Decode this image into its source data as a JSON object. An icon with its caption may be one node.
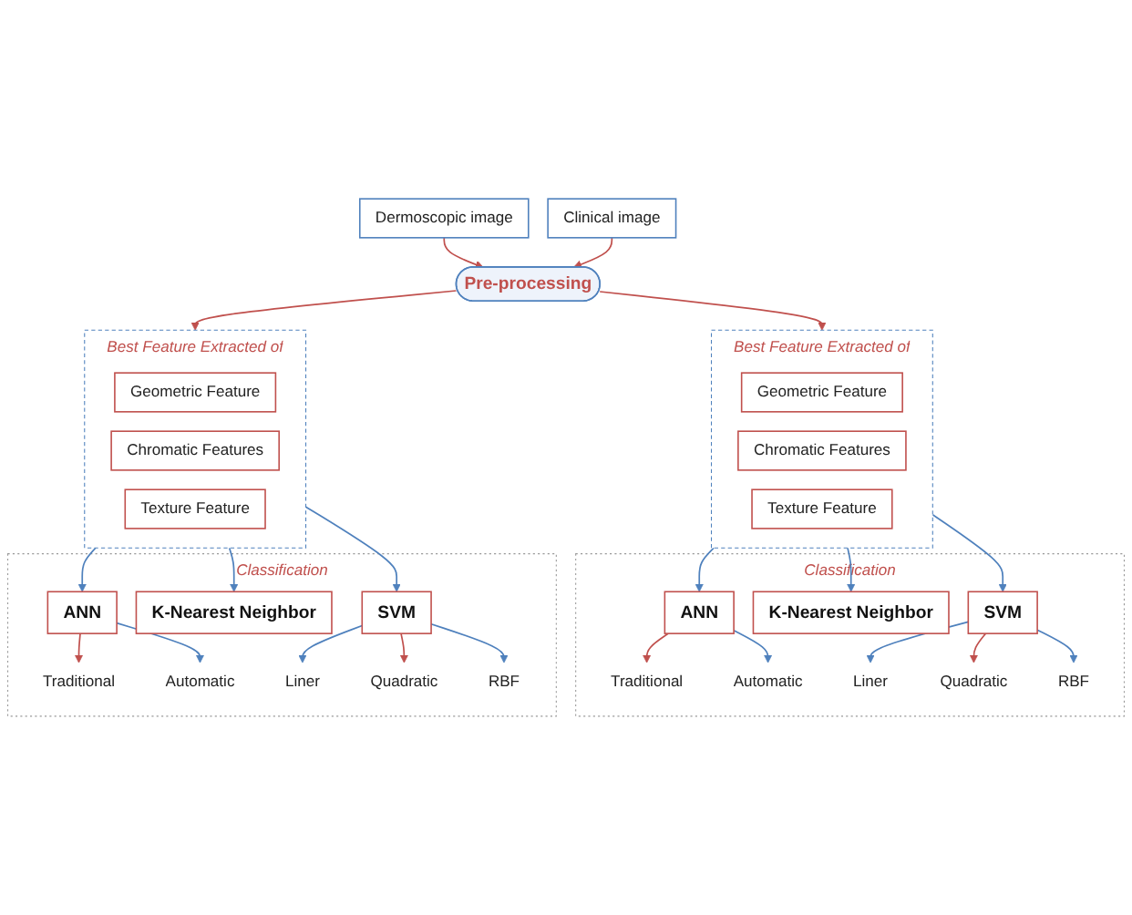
{
  "diagram": {
    "nodes": [
      {
        "text": [
          "Dermoscopic image"
        ]
      },
      {
        "text": [
          "Clinical image"
        ]
      },
      {
        "text": [
          "Pre-processing"
        ]
      },
      {
        "text": [
          "Best Feature Extracted of"
        ]
      },
      {
        "text": [
          "Geometric Feature"
        ],
        "in": 3
      },
      {
        "text": [
          "Chromatic Features"
        ],
        "in": 3
      },
      {
        "text": [
          "Texture Feature"
        ],
        "in": 3
      },
      {
        "text": [
          "Classification"
        ]
      },
      {
        "text": [
          "ANN"
        ],
        "in": 7
      },
      {
        "text": [
          "K-Nearest Neighbor"
        ],
        "in": 7
      },
      {
        "text": [
          "SVM"
        ],
        "in": 7
      },
      {
        "text": [
          "Traditional"
        ],
        "in": 7
      },
      {
        "text": [
          "Automatic"
        ],
        "in": 7
      },
      {
        "text": [
          "Liner"
        ],
        "in": 7
      },
      {
        "text": [
          "Quadratic"
        ],
        "in": 7
      },
      {
        "text": [
          "RBF"
        ],
        "in": 7
      },
      {
        "text": [
          "Best Feature Extracted of"
        ]
      },
      {
        "text": [
          "Geometric Feature"
        ],
        "in": 16
      },
      {
        "text": [
          "Chromatic Features"
        ],
        "in": 16
      },
      {
        "text": [
          "Texture Feature"
        ],
        "in": 16
      },
      {
        "text": [
          "Classification"
        ]
      },
      {
        "text": [
          "ANN"
        ],
        "in": 20
      },
      {
        "text": [
          "K-Nearest Neighbor"
        ],
        "in": 20
      },
      {
        "text": [
          "SVM"
        ],
        "in": 20
      },
      {
        "text": [
          "Traditional"
        ],
        "in": 20
      },
      {
        "text": [
          "Automatic"
        ],
        "in": 20
      },
      {
        "text": [
          "Liner"
        ],
        "in": 20
      },
      {
        "text": [
          "Quadratic"
        ],
        "in": 20
      },
      {
        "text": [
          "RBF"
        ],
        "in": 20
      }
    ],
    "edges": [
      {
        "from": 0,
        "to": 2,
        "arrow": "to",
        "color": "#c0504d"
      },
      {
        "from": 1,
        "to": 2,
        "arrow": "to",
        "color": "#c0504d"
      },
      {
        "from": 2,
        "to": 3,
        "arrow": "to",
        "color": "#c0504d"
      },
      {
        "from": 2,
        "to": 16,
        "arrow": "to",
        "color": "#c0504d"
      },
      {
        "from": 3,
        "to": 8,
        "arrow": "to"
      },
      {
        "from": 3,
        "to": 9,
        "arrow": "to"
      },
      {
        "from": 3,
        "to": 10,
        "arrow": "to"
      },
      {
        "from": 8,
        "to": 11,
        "arrow": "to",
        "color": "#c0504d"
      },
      {
        "from": 8,
        "to": 12,
        "arrow": "to"
      },
      {
        "from": 10,
        "to": 13,
        "arrow": "to"
      },
      {
        "from": 10,
        "to": 14,
        "arrow": "to",
        "color": "#c0504d"
      },
      {
        "from": 10,
        "to": 15,
        "arrow": "to"
      },
      {
        "from": 16,
        "to": 21,
        "arrow": "to"
      },
      {
        "from": 16,
        "to": 22,
        "arrow": "to"
      },
      {
        "from": 16,
        "to": 23,
        "arrow": "to"
      },
      {
        "from": 21,
        "to": 24,
        "arrow": "to",
        "color": "#c0504d"
      },
      {
        "from": 21,
        "to": 25,
        "arrow": "to"
      },
      {
        "from": 23,
        "to": 26,
        "arrow": "to"
      },
      {
        "from": 23,
        "to": 27,
        "arrow": "to",
        "color": "#c0504d"
      },
      {
        "from": 23,
        "to": 28,
        "arrow": "to"
      }
    ]
  }
}
